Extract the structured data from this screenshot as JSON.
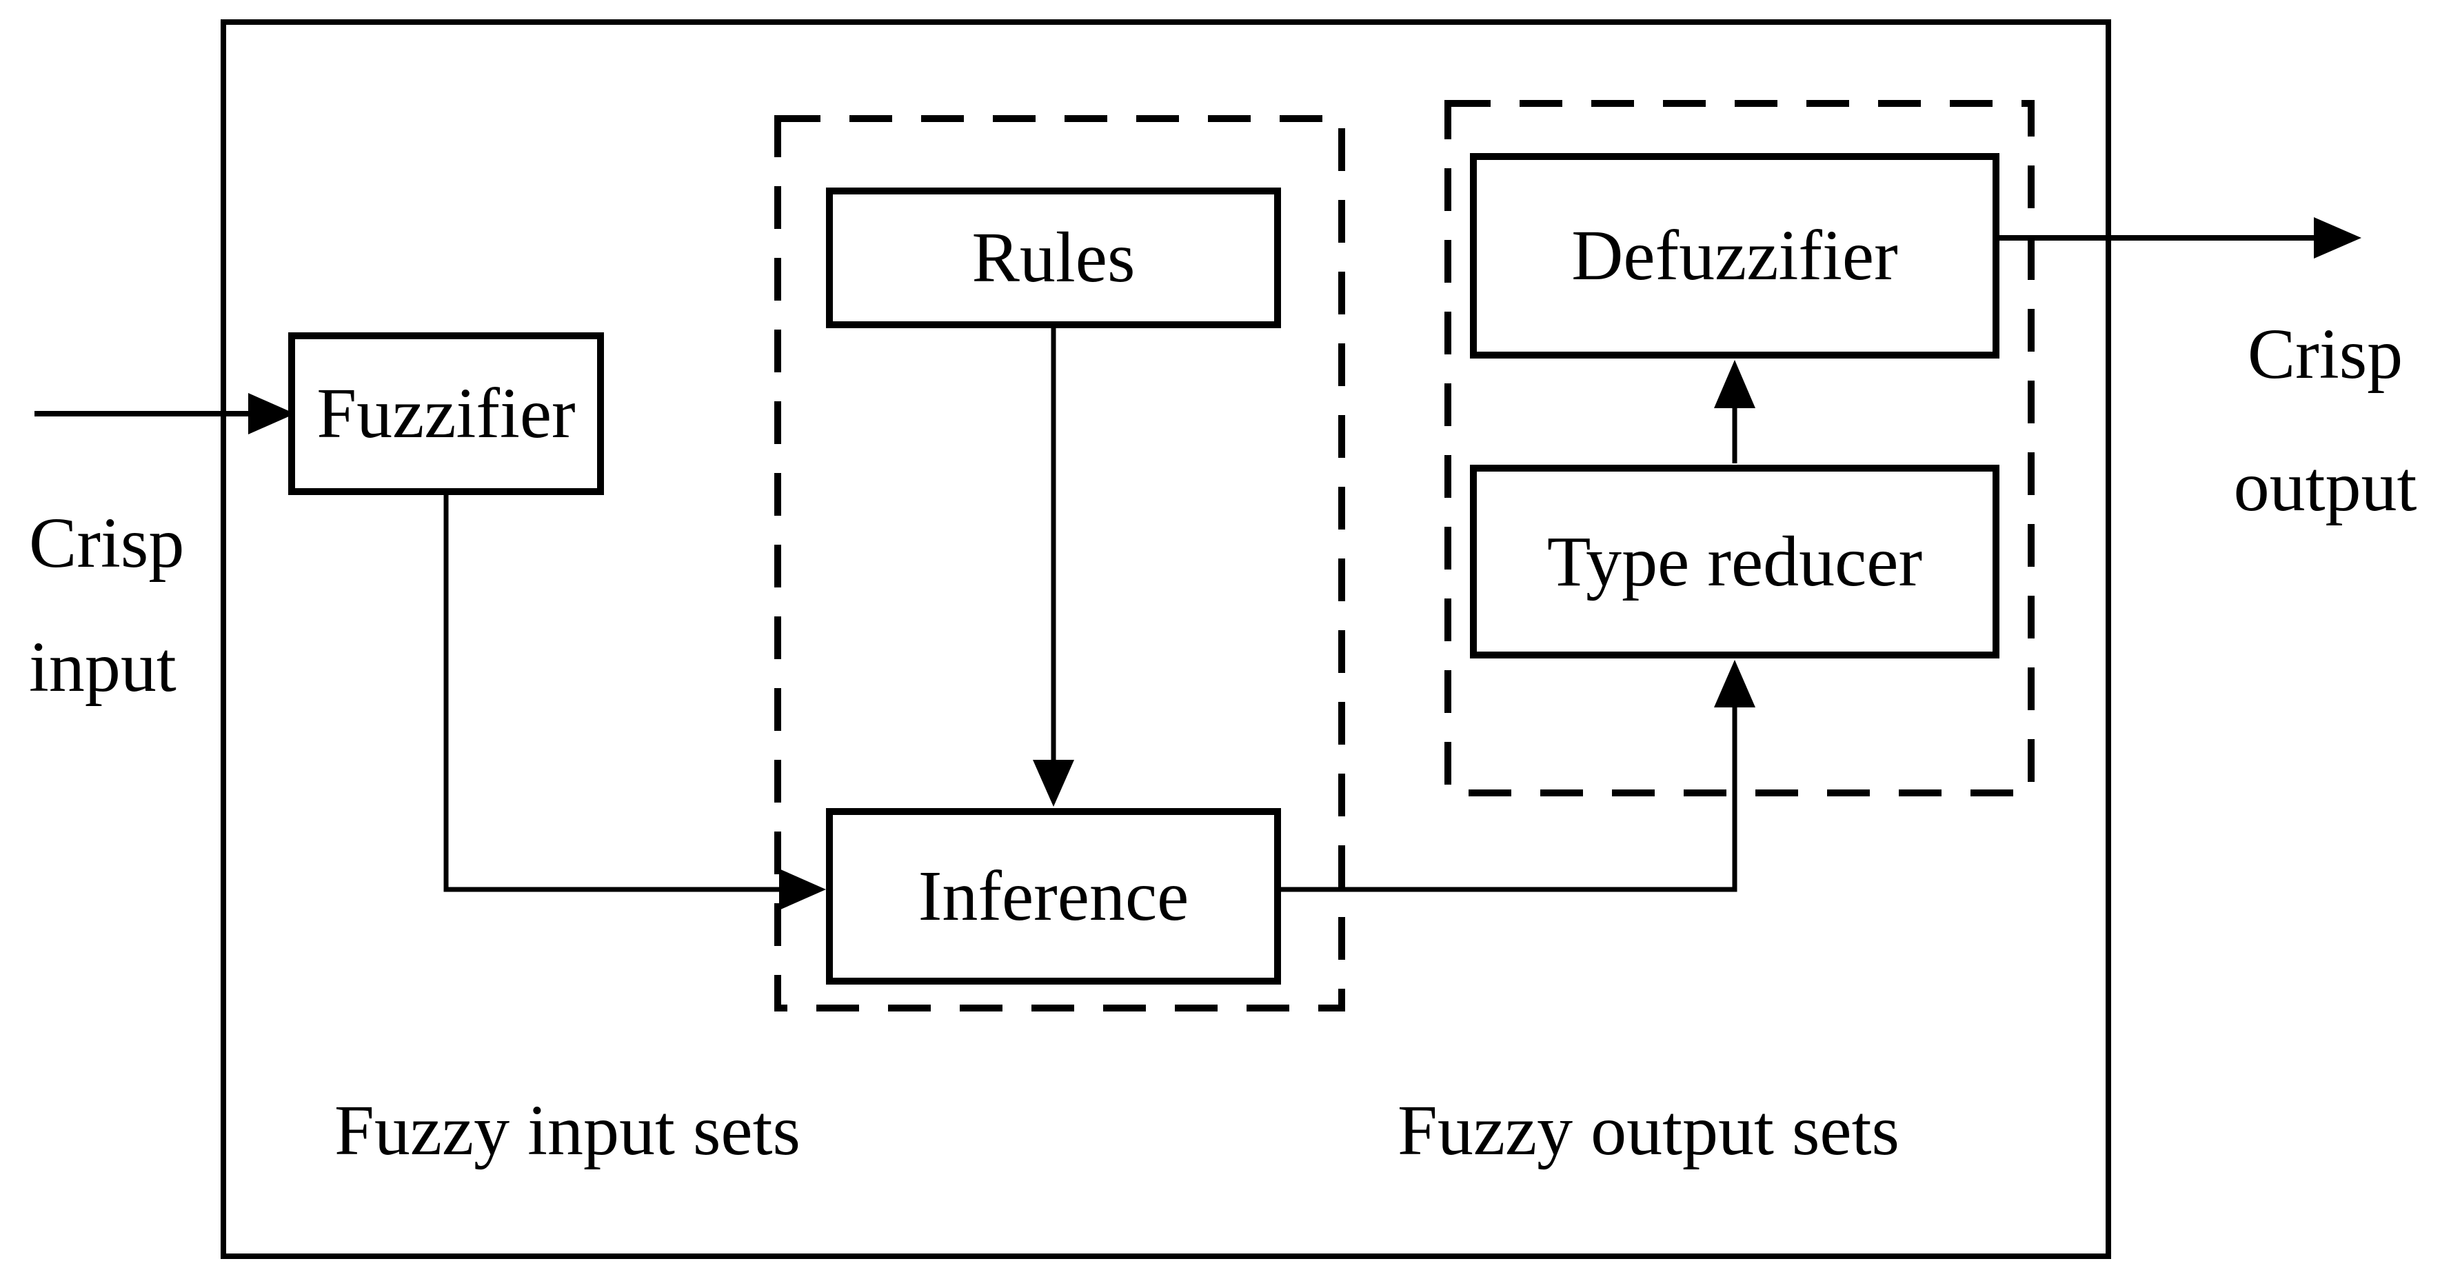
{
  "colors": {
    "ink": "#000000",
    "background": "#ffffff"
  },
  "diagram": {
    "type": "block-diagram",
    "nodes": {
      "fuzzifier": "Fuzzifier",
      "rules": "Rules",
      "inference": "Inference",
      "defuzzifier": "Defuzzifier",
      "type_reducer": "Type reducer"
    },
    "group_labels": {
      "fuzzy_input_sets": "Fuzzy input sets",
      "fuzzy_output_sets": "Fuzzy output sets"
    },
    "external_labels": {
      "crisp_input_line1": "Crisp",
      "crisp_input_line2": "input",
      "crisp_output_line1": "Crisp",
      "crisp_output_line2": "output"
    }
  }
}
